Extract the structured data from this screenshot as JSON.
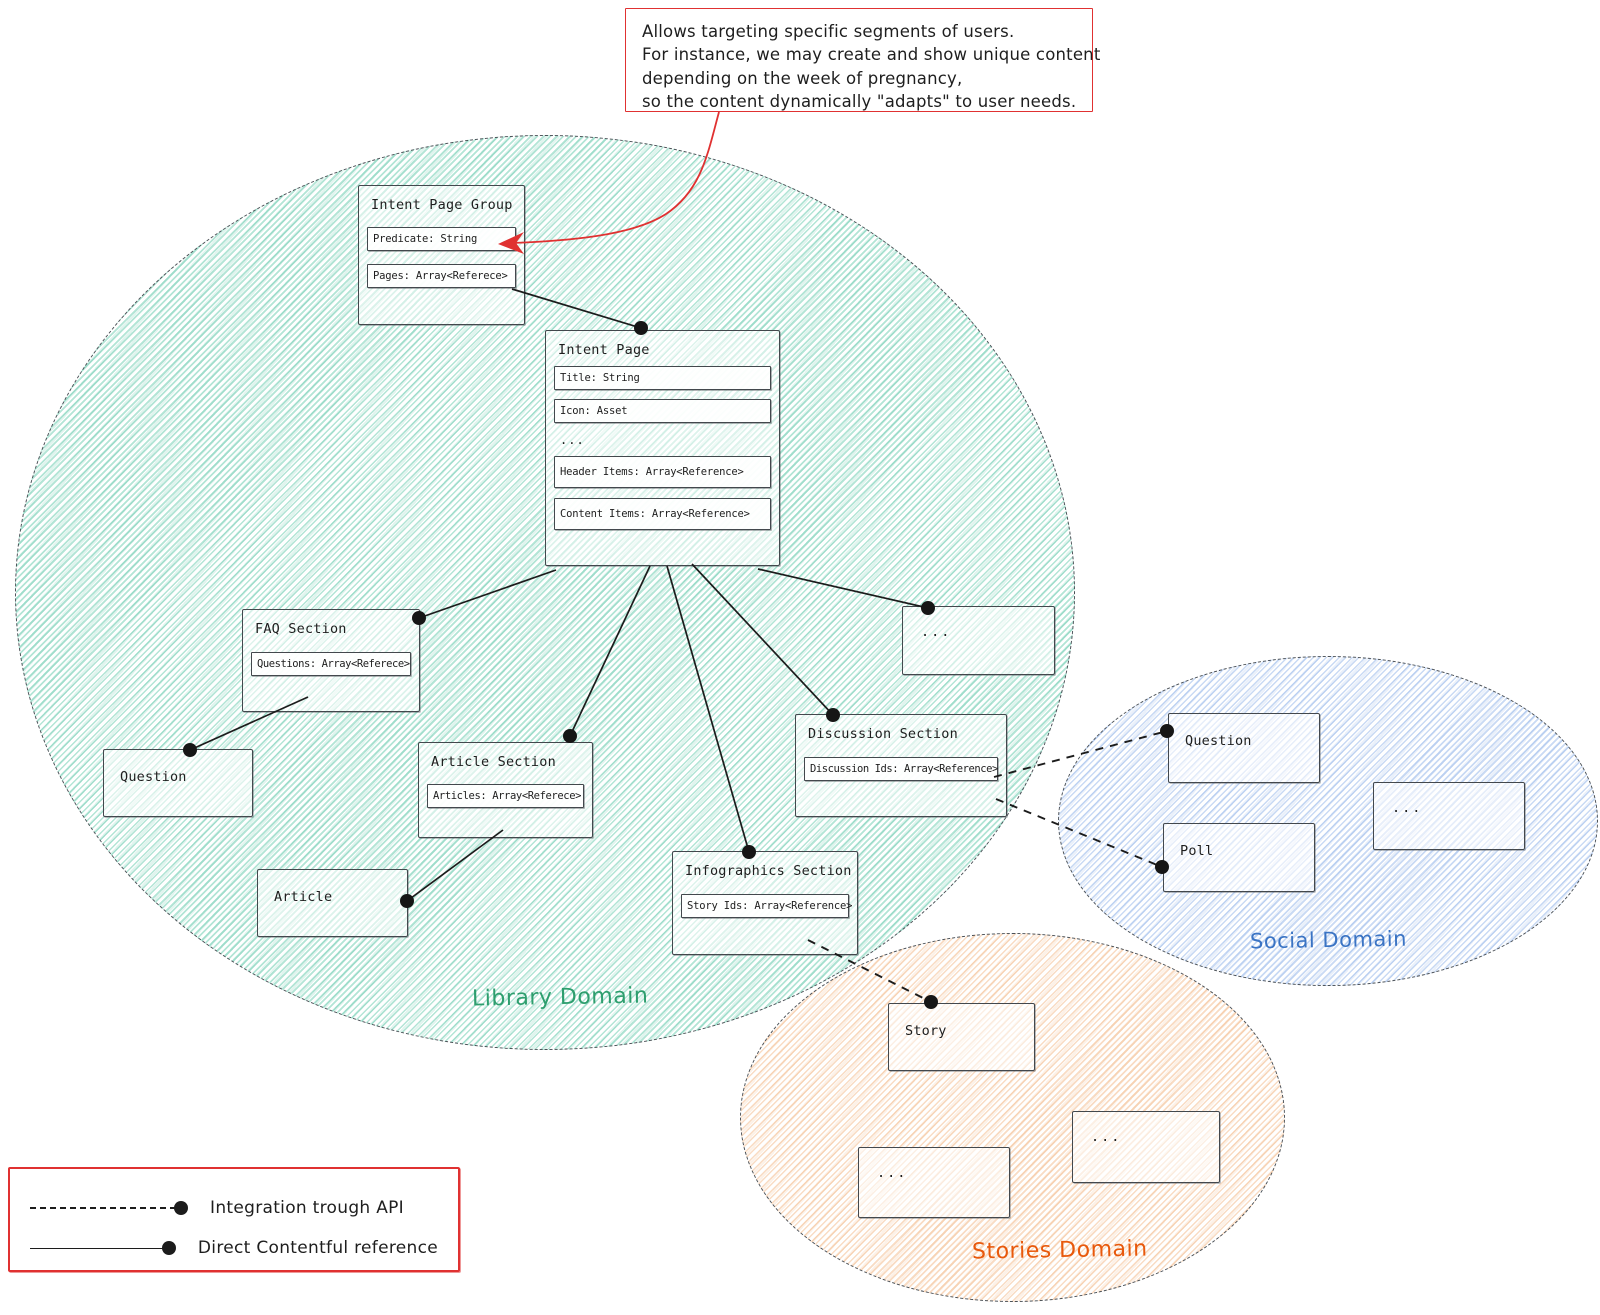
{
  "annotation": {
    "lines": [
      "Allows targeting specific segments of users.",
      "For instance, we may create and show unique content",
      "depending on the week of pregnancy,",
      "so the content dynamically \"adapts\" to user needs."
    ],
    "border_color": "#e03131"
  },
  "domains": {
    "library": {
      "label": "Library Domain",
      "accent": "#2e9e6e",
      "hatch": "#20b286"
    },
    "social": {
      "label": "Social Domain",
      "accent": "#3b74c4",
      "hatch": "#588cdc"
    },
    "stories": {
      "label": "Stories Domain",
      "accent": "#e8590c",
      "hatch": "#eb8c3c"
    }
  },
  "entities": {
    "intent_page_group": {
      "title": "Intent Page Group",
      "fields": [
        "Predicate: String",
        "Pages: Array<Referece>"
      ]
    },
    "intent_page": {
      "title": "Intent Page",
      "fields": [
        "Title: String",
        "Icon: Asset",
        "...",
        "Header Items: Array<Reference>",
        "Content Items: Array<Reference>"
      ]
    },
    "faq_section": {
      "title": "FAQ Section",
      "fields": [
        "Questions: Array<Referece>"
      ]
    },
    "question": {
      "title": "Question"
    },
    "article_section": {
      "title": "Article Section",
      "fields": [
        "Articles: Array<Referece>"
      ]
    },
    "article": {
      "title": "Article"
    },
    "discussion_section": {
      "title": "Discussion Section",
      "fields": [
        "Discussion Ids: Array<Reference>"
      ]
    },
    "infographics_section": {
      "title": "Infographics Section",
      "fields": [
        "Story Ids: Array<Reference>"
      ]
    },
    "library_more": {
      "title": "..."
    },
    "social_question": {
      "title": "Question"
    },
    "social_poll": {
      "title": "Poll"
    },
    "social_more": {
      "title": "..."
    },
    "story": {
      "title": "Story"
    },
    "stories_more_1": {
      "title": "..."
    },
    "stories_more_2": {
      "title": "..."
    }
  },
  "legend": {
    "items": [
      {
        "style": "dashed",
        "label": "Integration trough API"
      },
      {
        "style": "solid",
        "label": "Direct Contentful reference"
      }
    ]
  }
}
